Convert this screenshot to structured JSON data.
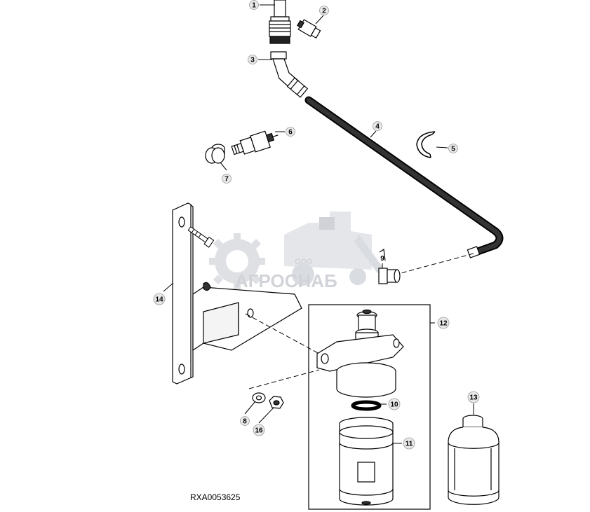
{
  "figure_code": "RXA0053625",
  "watermark": {
    "company_prefix": "ООО",
    "company_name": "АГРОСНАБ"
  },
  "callouts": [
    {
      "id": "c1",
      "label": "1"
    },
    {
      "id": "c2",
      "label": "2"
    },
    {
      "id": "c3",
      "label": "3"
    },
    {
      "id": "c4",
      "label": "4"
    },
    {
      "id": "c5",
      "label": "5"
    },
    {
      "id": "c6",
      "label": "6"
    },
    {
      "id": "c7",
      "label": "7"
    },
    {
      "id": "c8",
      "label": "8"
    },
    {
      "id": "c9",
      "label": "9"
    },
    {
      "id": "c10",
      "label": "10"
    },
    {
      "id": "c11",
      "label": "11"
    },
    {
      "id": "c12",
      "label": "12"
    },
    {
      "id": "c13",
      "label": "13"
    },
    {
      "id": "c14",
      "label": "14"
    },
    {
      "id": "c16",
      "label": "16"
    }
  ]
}
